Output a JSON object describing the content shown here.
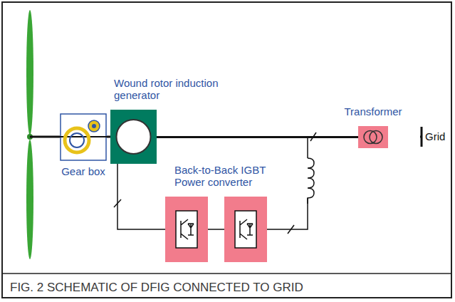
{
  "diagram": {
    "caption": "FIG. 2  SCHEMATIC OF DFIG CONNECTED TO GRID",
    "nodes": [
      {
        "text": [
          "Gear box"
        ]
      },
      {
        "text": [
          "Wound rotor induction generator"
        ]
      },
      {
        "text": [
          "Back-to-Back IGBT Power converter"
        ]
      },
      {
        "text": [
          "Transformer"
        ]
      }
    ],
    "edges": [
      {
        "from": 0,
        "to": 1,
        "arrow": "none"
      },
      {
        "from": 1,
        "to": 3,
        "arrow": "none"
      },
      {
        "from": 1,
        "to": 2,
        "arrow": "none"
      },
      {
        "from": 2,
        "to": 3,
        "arrow": "none"
      }
    ],
    "labels": [
      "Grid"
    ]
  }
}
